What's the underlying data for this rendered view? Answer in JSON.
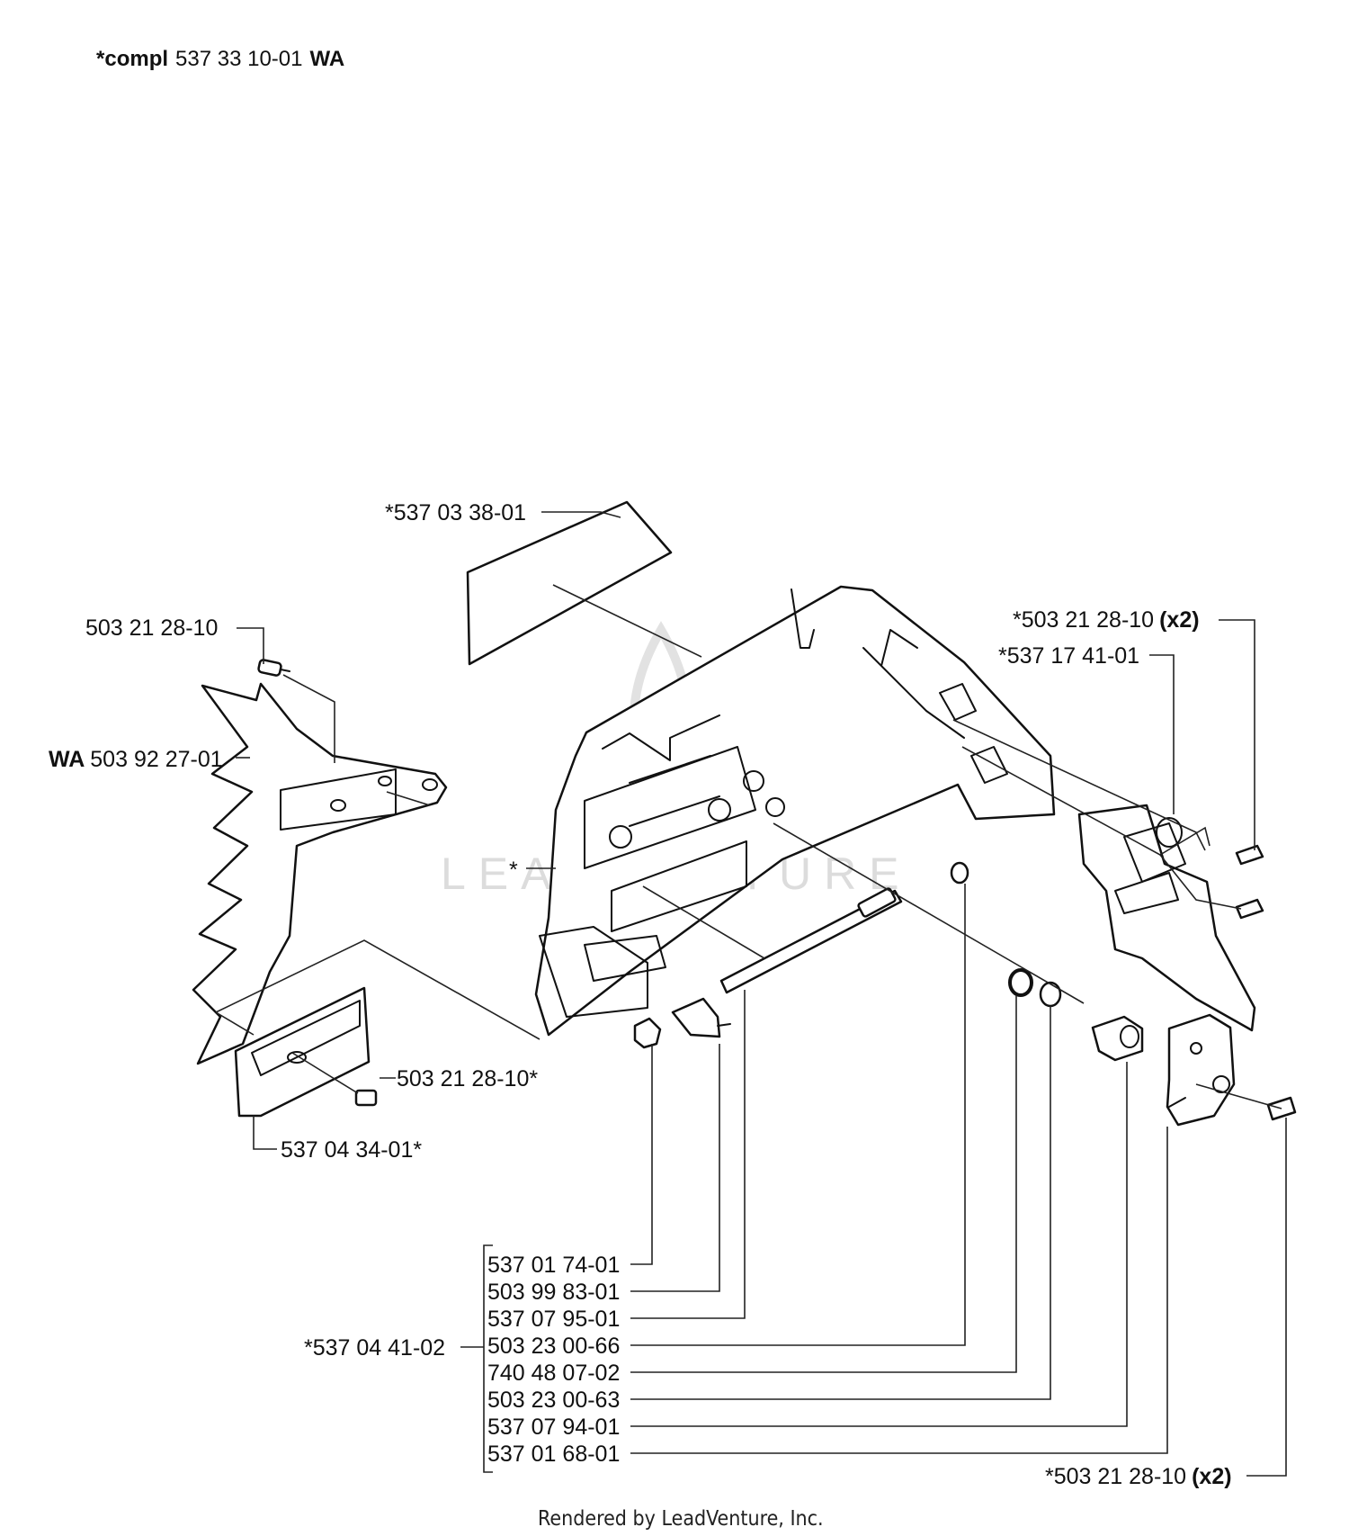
{
  "header": {
    "prefix": "*compl",
    "number": "537 33 10-01",
    "suffix": "WA"
  },
  "callouts": {
    "cover_sticker": "*537 03 38-01",
    "screw_top_left": "503 21 28-10",
    "spike_prefix": "WA",
    "spike_number": "503 92 27-01",
    "cover_star": "*",
    "screw_top_right_number": "*503 21 28-10",
    "screw_top_right_qty": "(x2)",
    "catcher": "*537 17 41-01",
    "screw_plate": "503 21 28-10*",
    "plate": "537 04 34-01*",
    "group": "*537 04 41-02",
    "screw_bottom_right_number": "*503 21 28-10",
    "screw_bottom_right_qty": "(x2)"
  },
  "group_items": [
    "537 01 74-01",
    "503 99 83-01",
    "537 07 95-01",
    "503 23 00-66",
    "740 48 07-02",
    "503 23 00-63",
    "537 07 94-01",
    "537 01 68-01"
  ],
  "watermark": "LEADVENTURE",
  "footer": "Rendered by LeadVenture, Inc."
}
